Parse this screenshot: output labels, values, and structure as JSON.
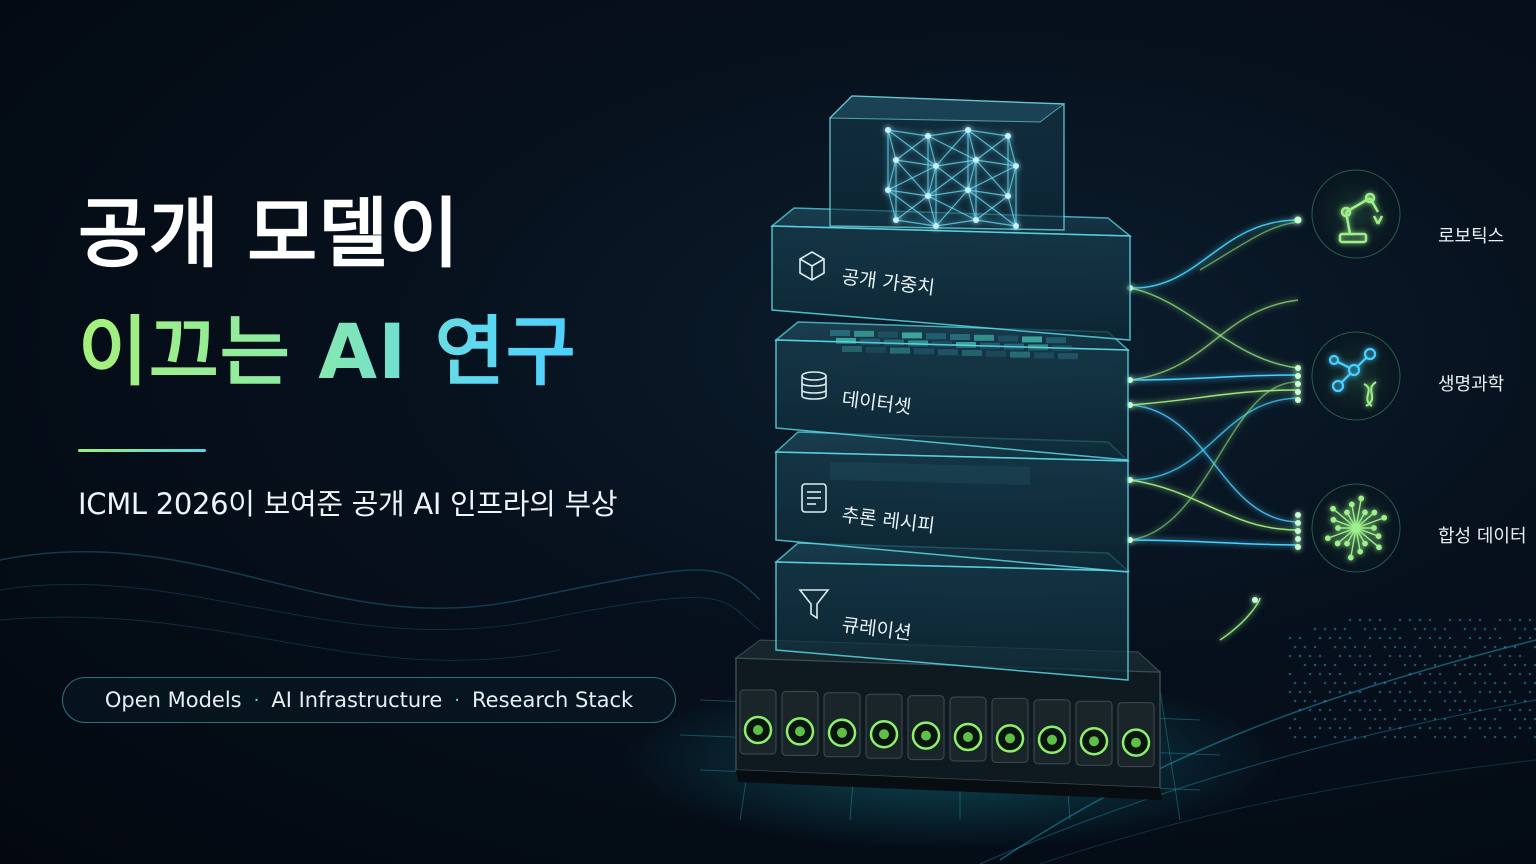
{
  "title": {
    "line1": "공개 모델이",
    "line2": "이끄는 AI 연구"
  },
  "subtitle": "ICML 2026이 보여준 공개 AI 인프라의 부상",
  "tags": [
    "Open Models",
    "AI Infrastructure",
    "Research Stack"
  ],
  "tag_separator": "·",
  "stack_layers": [
    {
      "label": "공개 가중치",
      "icon": "cube-icon"
    },
    {
      "label": "데이터셋",
      "icon": "database-icon"
    },
    {
      "label": "추론 레시피",
      "icon": "document-list-icon"
    },
    {
      "label": "큐레이션",
      "icon": "funnel-icon"
    }
  ],
  "applications": [
    {
      "label": "로보틱스",
      "icon": "robot-arm-icon"
    },
    {
      "label": "생명과학",
      "icon": "molecule-dna-icon"
    },
    {
      "label": "합성 데이터",
      "icon": "starburst-network-icon"
    }
  ],
  "colors": {
    "accent_green": "#9bf07c",
    "accent_cyan": "#4ad0ff",
    "glow_teal": "#3fd6e0",
    "background": "#06101c"
  }
}
